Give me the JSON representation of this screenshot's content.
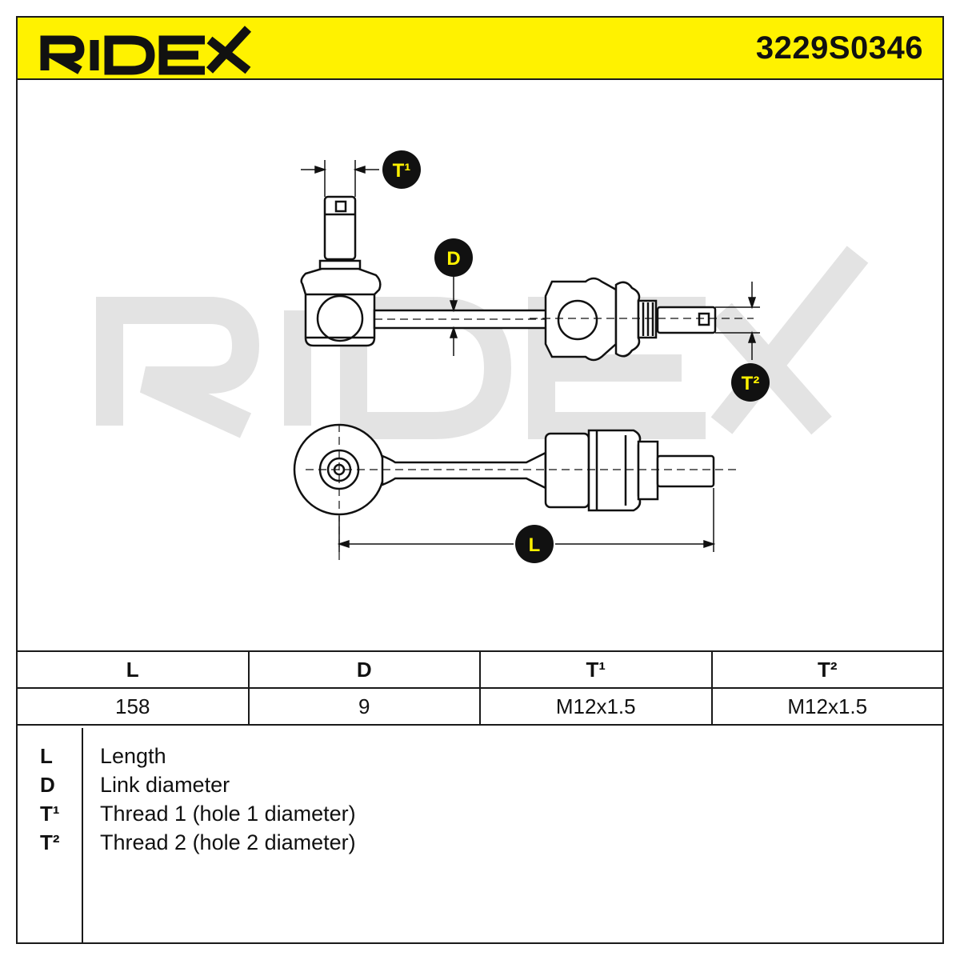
{
  "header": {
    "brand": "RIDEX",
    "part_number": "3229S0346",
    "accent_color": "#fff200"
  },
  "drawing": {
    "watermark": "RIDEX",
    "labels": {
      "t1": "T¹",
      "d": "D",
      "t2": "T²",
      "l": "L"
    }
  },
  "spec_table": {
    "headers": [
      "L",
      "D",
      "T¹",
      "T²"
    ],
    "values": [
      "158",
      "9",
      "M12x1.5",
      "M12x1.5"
    ]
  },
  "legend": [
    {
      "key": "L",
      "text": "Length"
    },
    {
      "key": "D",
      "text": "Link diameter"
    },
    {
      "key": "T¹",
      "text": "Thread 1 (hole 1 diameter)"
    },
    {
      "key": "T²",
      "text": "Thread 2 (hole 2 diameter)"
    }
  ]
}
